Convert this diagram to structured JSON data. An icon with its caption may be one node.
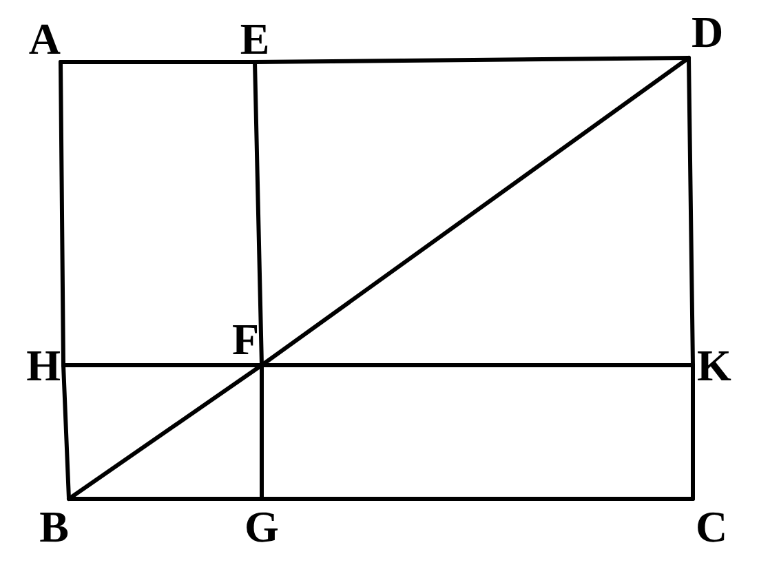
{
  "diagram": {
    "nodes": [
      {
        "text": [
          "A"
        ]
      },
      {
        "text": [
          "E"
        ]
      },
      {
        "text": [
          "D"
        ]
      },
      {
        "text": [
          "H"
        ]
      },
      {
        "text": [
          "F"
        ]
      },
      {
        "text": [
          "K"
        ]
      },
      {
        "text": [
          "B"
        ]
      },
      {
        "text": [
          "G"
        ]
      },
      {
        "text": [
          "C"
        ]
      }
    ],
    "edges": [
      {
        "from": 0,
        "to": 1,
        "arrow": "none"
      },
      {
        "from": 1,
        "to": 2,
        "arrow": "none"
      },
      {
        "from": 0,
        "to": 3,
        "arrow": "none"
      },
      {
        "from": 3,
        "to": 6,
        "arrow": "none"
      },
      {
        "from": 6,
        "to": 7,
        "arrow": "none"
      },
      {
        "from": 7,
        "to": 8,
        "arrow": "none"
      },
      {
        "from": 2,
        "to": 5,
        "arrow": "none"
      },
      {
        "from": 5,
        "to": 8,
        "arrow": "none"
      },
      {
        "from": 1,
        "to": 4,
        "arrow": "none"
      },
      {
        "from": 4,
        "to": 7,
        "arrow": "none"
      },
      {
        "from": 3,
        "to": 4,
        "arrow": "none"
      },
      {
        "from": 4,
        "to": 5,
        "arrow": "none"
      },
      {
        "from": 6,
        "to": 4,
        "arrow": "none"
      },
      {
        "from": 4,
        "to": 2,
        "arrow": "none"
      }
    ]
  }
}
